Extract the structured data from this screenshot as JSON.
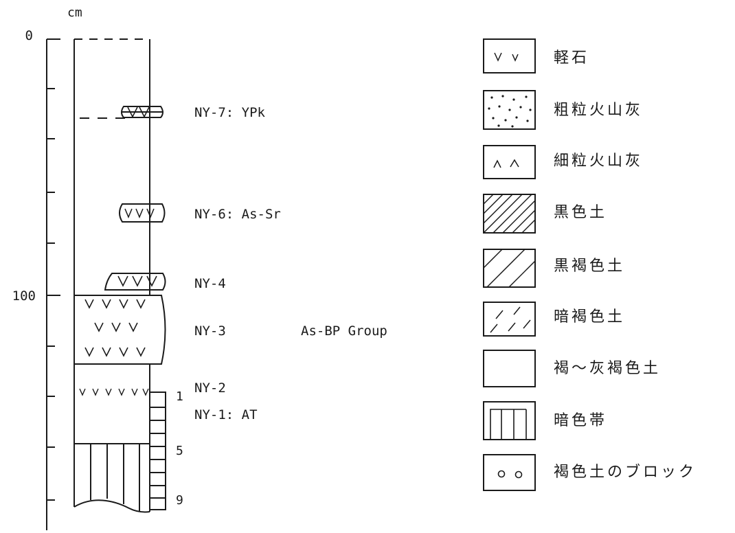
{
  "depth_axis": {
    "unit": "cm",
    "tick_labels": [
      "0",
      "100"
    ]
  },
  "column_labels": {
    "ny7": "NY-7: YPk",
    "ny6": "NY-6: As-Sr",
    "ny4": "NY-4",
    "ny3": "NY-3",
    "group": "As-BP Group",
    "ny2": "NY-2",
    "ny1": "NY-1: AT"
  },
  "sample_numbers": [
    "1",
    "5",
    "9"
  ],
  "legend": [
    {
      "symbol": "v v",
      "label": "軽石"
    },
    {
      "symbol": "coarse-dots",
      "label": "粗粒火山灰"
    },
    {
      "symbol": "^ ^",
      "label": "細粒火山灰"
    },
    {
      "symbol": "dense-hatch",
      "label": "黒色土"
    },
    {
      "symbol": "sparse-hatch",
      "label": "黒褐色土"
    },
    {
      "symbol": "dashed-hatch",
      "label": "暗褐色土"
    },
    {
      "symbol": "blank",
      "label": "褐～灰褐色土"
    },
    {
      "symbol": "vertical-bars",
      "label": "暗色帯"
    },
    {
      "symbol": "o o",
      "label": "褐色土のブロック"
    }
  ]
}
